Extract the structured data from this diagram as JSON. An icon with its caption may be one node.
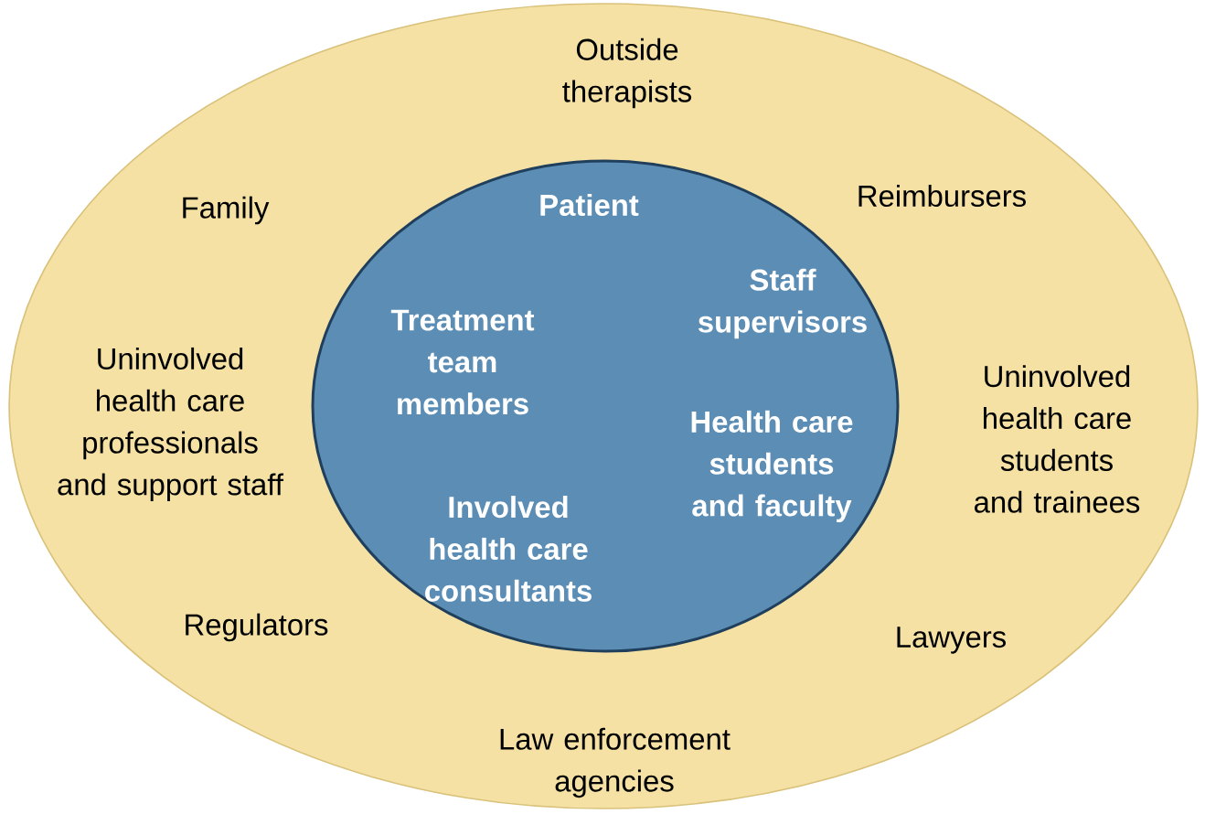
{
  "diagram": {
    "nodes": [
      {
        "text": [
          "Outside therapists",
          "Family",
          "Reimbursers",
          "Uninvolved health care professionals and support staff",
          "Uninvolved health care students and trainees",
          "Regulators",
          "Lawyers",
          "Law enforcement agencies"
        ]
      },
      {
        "text": [
          "Patient",
          "Staff supervisors",
          "Treatment team members",
          "Health care students and faculty",
          "Involved health care consultants"
        ],
        "in": 0
      }
    ]
  }
}
